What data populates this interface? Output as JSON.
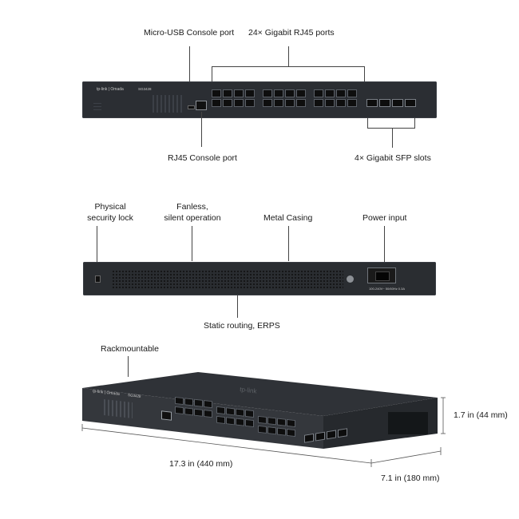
{
  "front_view": {
    "labels": {
      "micro_usb": "Micro-USB Console port",
      "rj45_ports": "24× Gigabit RJ45 ports",
      "rj45_console": "RJ45 Console port",
      "sfp_slots": "4× Gigabit SFP slots"
    },
    "device": {
      "brand": "tp-link | Omada",
      "model": "SG3428"
    }
  },
  "rear_view": {
    "labels": {
      "lock_line1": "Physical",
      "lock_line2": "security lock",
      "fanless_line1": "Fanless,",
      "fanless_line2": "silent operation",
      "casing": "Metal Casing",
      "power": "Power input",
      "routing": "Static routing, ERPS"
    }
  },
  "angled_view": {
    "labels": {
      "rack": "Rackmountable",
      "height": "1.7 in (44 mm)",
      "width": "17.3 in (440 mm)",
      "depth": "7.1 in (180 mm)"
    },
    "device": {
      "brand": "tp-link | Omada",
      "model": "SG3428",
      "top_logo": "tp-link"
    }
  },
  "colors": {
    "chassis": "#2b2e33",
    "chassis_dark": "#1c1e21",
    "leader_line": "#444444",
    "text": "#1a1a1a"
  }
}
